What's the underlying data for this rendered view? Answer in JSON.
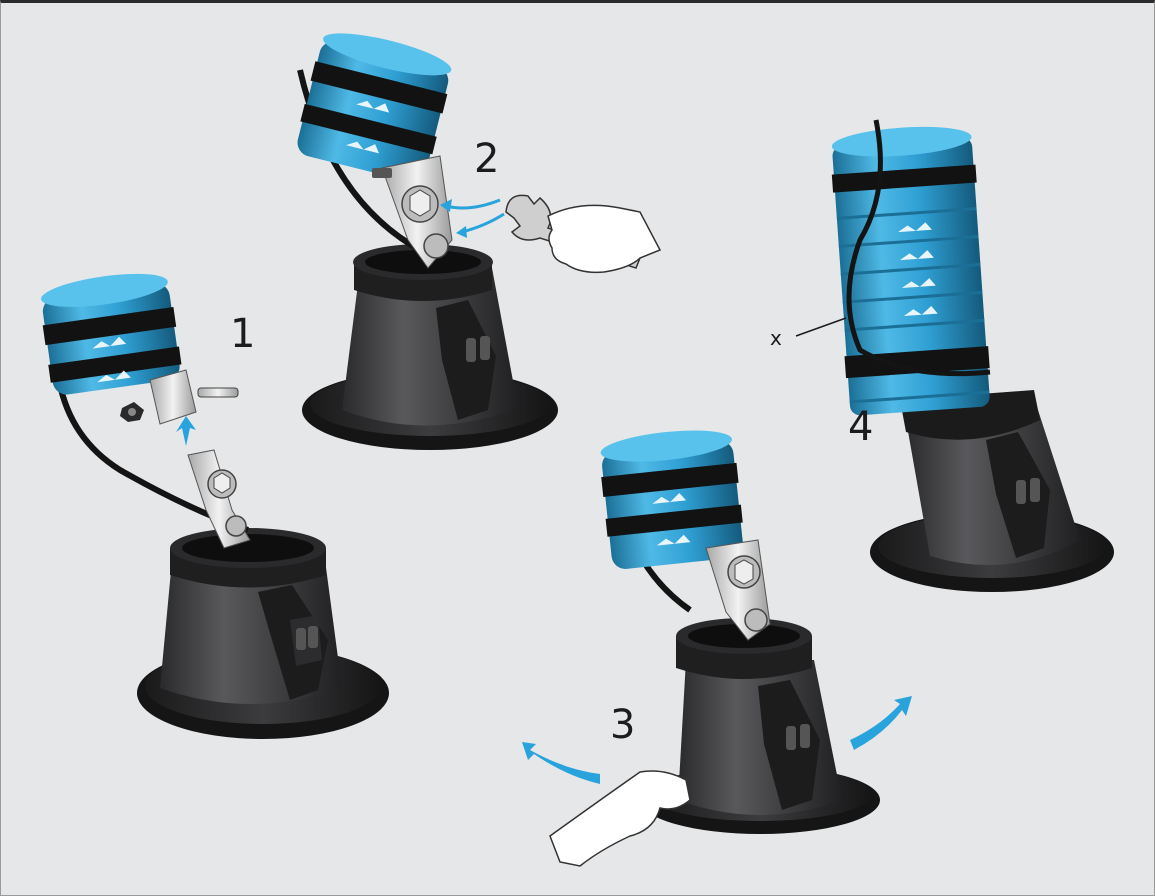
{
  "steps": [
    {
      "number": "1"
    },
    {
      "number": "2"
    },
    {
      "number": "3"
    },
    {
      "number": "4"
    }
  ],
  "callout": {
    "label": "x"
  },
  "colors": {
    "background": "#e6e7e8",
    "housing": "#3a3a3c",
    "housing_dark": "#1d1d1e",
    "blue": "#2f9fd3",
    "blue_dark": "#1b6f96",
    "metal": "#d9d9d9",
    "arrow": "#29a3dc"
  }
}
